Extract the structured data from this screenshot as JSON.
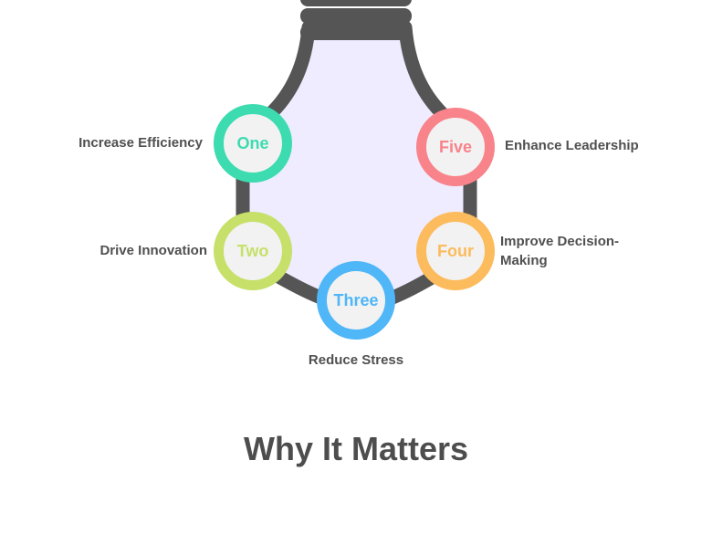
{
  "title": "Why It Matters",
  "colors": {
    "bulb_outline": "#555555",
    "bulb_fill": "#eeecfe",
    "circle_fill": "#f2f2f2",
    "label_text": "#505050",
    "title_text": "#4d4d4d"
  },
  "items": {
    "one": {
      "number": "One",
      "label": "Increase Efficiency",
      "color": "#3ddbb0"
    },
    "two": {
      "number": "Two",
      "label": "Drive Innovation",
      "color": "#c6e069"
    },
    "three": {
      "number": "Three",
      "label": "Reduce Stress",
      "color": "#4fb6f7"
    },
    "four": {
      "number": "Four",
      "label": "Improve Decision-Making",
      "color": "#fcbb5c"
    },
    "five": {
      "number": "Five",
      "label": "Enhance Leadership",
      "color": "#f8838a"
    }
  }
}
